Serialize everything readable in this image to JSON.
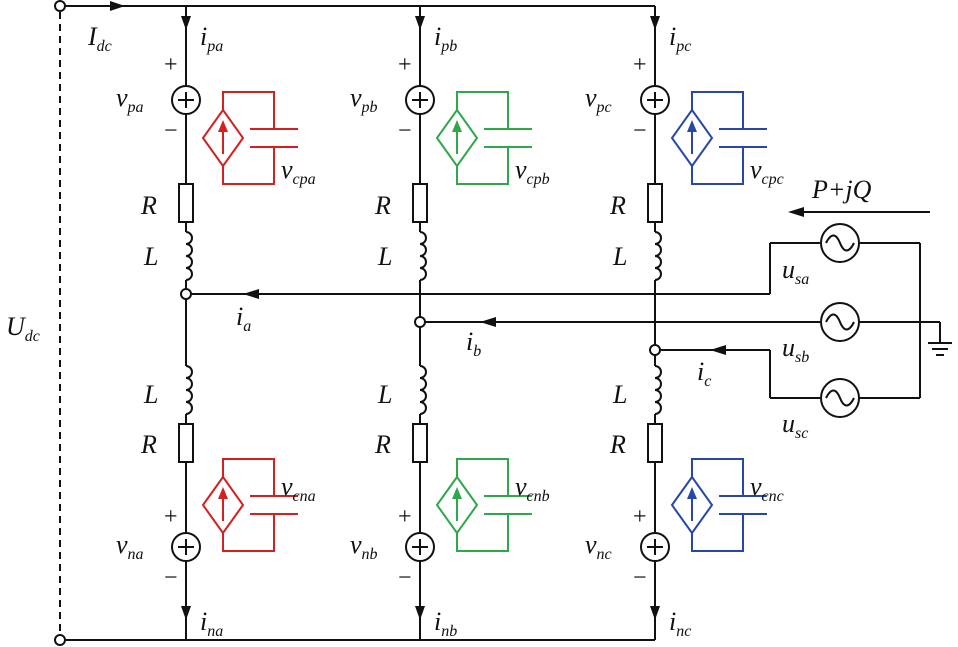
{
  "dc_side": {
    "current": {
      "main": "I",
      "sub": "dc"
    },
    "voltage": {
      "main": "U",
      "sub": "dc"
    }
  },
  "phases": [
    {
      "key": "a",
      "color": "#d42020",
      "upper_current": {
        "main": "i",
        "sub": "pa"
      },
      "upper_source": {
        "main": "v",
        "sub": "pa"
      },
      "upper_cap": {
        "main": "v",
        "sub": "cpa"
      },
      "lower_current": {
        "main": "i",
        "sub": "na"
      },
      "lower_source": {
        "main": "v",
        "sub": "na"
      },
      "lower_cap": {
        "main": "v",
        "sub": "cna"
      },
      "ac_current": {
        "main": "i",
        "sub": "a"
      }
    },
    {
      "key": "b",
      "color": "#2fa84a",
      "upper_current": {
        "main": "i",
        "sub": "pb"
      },
      "upper_source": {
        "main": "v",
        "sub": "pb"
      },
      "upper_cap": {
        "main": "v",
        "sub": "cpb"
      },
      "lower_current": {
        "main": "i",
        "sub": "nb"
      },
      "lower_source": {
        "main": "v",
        "sub": "nb"
      },
      "lower_cap": {
        "main": "v",
        "sub": "cnb"
      },
      "ac_current": {
        "main": "i",
        "sub": "b"
      }
    },
    {
      "key": "c",
      "color": "#2848a8",
      "upper_current": {
        "main": "i",
        "sub": "pc"
      },
      "upper_source": {
        "main": "v",
        "sub": "pc"
      },
      "upper_cap": {
        "main": "v",
        "sub": "cpc"
      },
      "lower_current": {
        "main": "i",
        "sub": "nc"
      },
      "lower_source": {
        "main": "v",
        "sub": "nc"
      },
      "lower_cap": {
        "main": "v",
        "sub": "cnc"
      },
      "ac_current": {
        "main": "i",
        "sub": "c"
      }
    }
  ],
  "arm_components": {
    "resistor": "R",
    "inductor": "L"
  },
  "polarity": {
    "plus": "+",
    "minus": "−"
  },
  "grid": {
    "power_flow": "P+jQ",
    "sources": [
      {
        "main": "u",
        "sub": "sa"
      },
      {
        "main": "u",
        "sub": "sb"
      },
      {
        "main": "u",
        "sub": "sc"
      }
    ]
  }
}
